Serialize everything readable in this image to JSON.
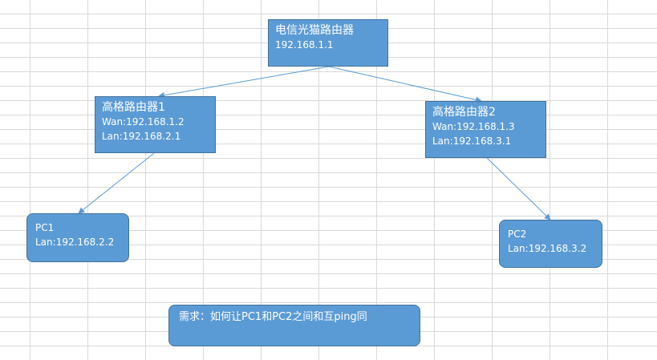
{
  "nodes": {
    "modem": {
      "title": "电信光猫路由器",
      "ip": "192.168.1.1"
    },
    "router1": {
      "title": "高格路由器1",
      "wan": "Wan:192.168.1.2",
      "lan": "Lan:192.168.2.1"
    },
    "router2": {
      "title": "高格路由器2",
      "wan": "Wan:192.168.1.3",
      "lan": "Lan:192.168.3.1"
    },
    "pc1": {
      "title": "PC1",
      "lan": "Lan:192.168.2.2"
    },
    "pc2": {
      "title": "PC2",
      "lan": "Lan:192.168.3.2"
    }
  },
  "requirement": {
    "text": "需求：如何让PC1和PC2之间和互ping同"
  },
  "edges": [
    {
      "from": "modem",
      "to": "router1"
    },
    {
      "from": "modem",
      "to": "router2"
    },
    {
      "from": "router1",
      "to": "pc1"
    },
    {
      "from": "router2",
      "to": "pc2"
    }
  ],
  "colors": {
    "node_fill": "#5b9bd5",
    "node_border": "#41719c",
    "edge": "#5b9bd5",
    "text": "#ffffff"
  }
}
